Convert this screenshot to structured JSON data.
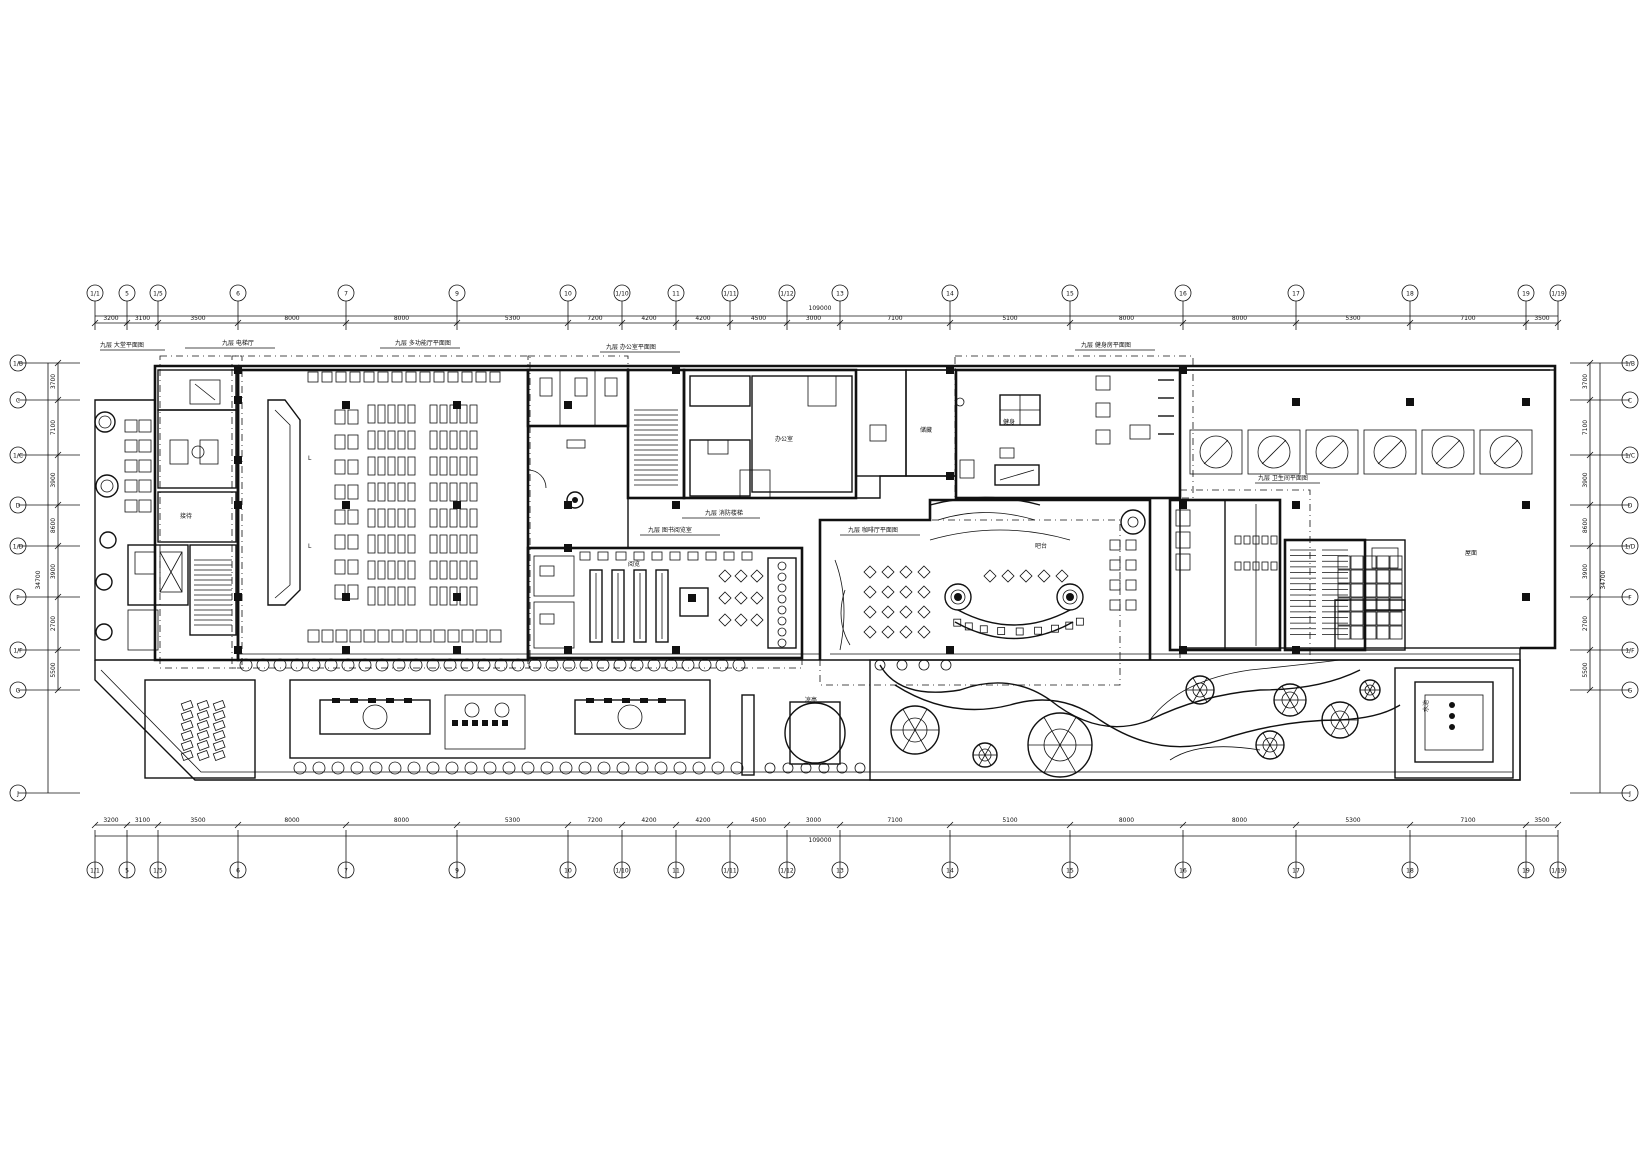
{
  "grid": {
    "top_axes": [
      "1/1",
      "5",
      "1/5",
      "6",
      "7",
      "9",
      "10",
      "1/10",
      "11",
      "1/11",
      "1/12",
      "13",
      "14",
      "15",
      "16",
      "17",
      "18",
      "19",
      "1/19"
    ],
    "bottom_axes": [
      "1/1",
      "5",
      "1/5",
      "6",
      "7",
      "9",
      "10",
      "1/10",
      "11",
      "1/11",
      "1/12",
      "13",
      "14",
      "15",
      "16",
      "17",
      "18",
      "19",
      "1/19"
    ],
    "left_axes": [
      "1/B",
      "C",
      "1/C",
      "D",
      "1/D",
      "F",
      "1/F",
      "G",
      "J"
    ],
    "right_axes": [
      "1/B",
      "C",
      "1/C",
      "D",
      "1/D",
      "F",
      "1/F",
      "G",
      "J"
    ],
    "top_dims": [
      "3200",
      "3100",
      "3500",
      "8000",
      "8000",
      "5300",
      "7200",
      "4200",
      "4200",
      "4500",
      "3000",
      "7100",
      "5100",
      "8000",
      "8000",
      "5300",
      "7100",
      "3500"
    ],
    "bottom_dims": [
      "3200",
      "3100",
      "3500",
      "8000",
      "8000",
      "5300",
      "7200",
      "4200",
      "4200",
      "4500",
      "3000",
      "7100",
      "5100",
      "8000",
      "8000",
      "5300",
      "7100",
      "3500"
    ],
    "top_total": "109000",
    "bottom_total": "109000",
    "left_dims": [
      "3700",
      "7100",
      "3900",
      "8600",
      "3900",
      "2700",
      "5500"
    ],
    "right_dims": [
      "3700",
      "7100",
      "3900",
      "8600",
      "3900",
      "2700",
      "5500"
    ],
    "left_total": "34700",
    "right_total": "34700"
  },
  "labels": {
    "zone_a": "九层 大堂平面图",
    "zone_b": "九层 电梯厅",
    "zone_c": "九层 多功能厅平面图",
    "zone_d": "九层 办公室平面图",
    "zone_e": "九层 图书阅览室",
    "zone_f": "九层 咖啡厅平面图",
    "zone_g": "九层 健身房平面图",
    "zone_h": "九层 卫生间平面图",
    "stair_note": "九层 消防楼梯",
    "room_office": "办公室",
    "room_store": "储藏",
    "room_gym": "健身",
    "room_bar": "吧台",
    "room_roof": "屋面",
    "room_reading": "阅览",
    "room_pavilion": "凉亭",
    "room_pool": "水池",
    "room_reception": "接待"
  }
}
